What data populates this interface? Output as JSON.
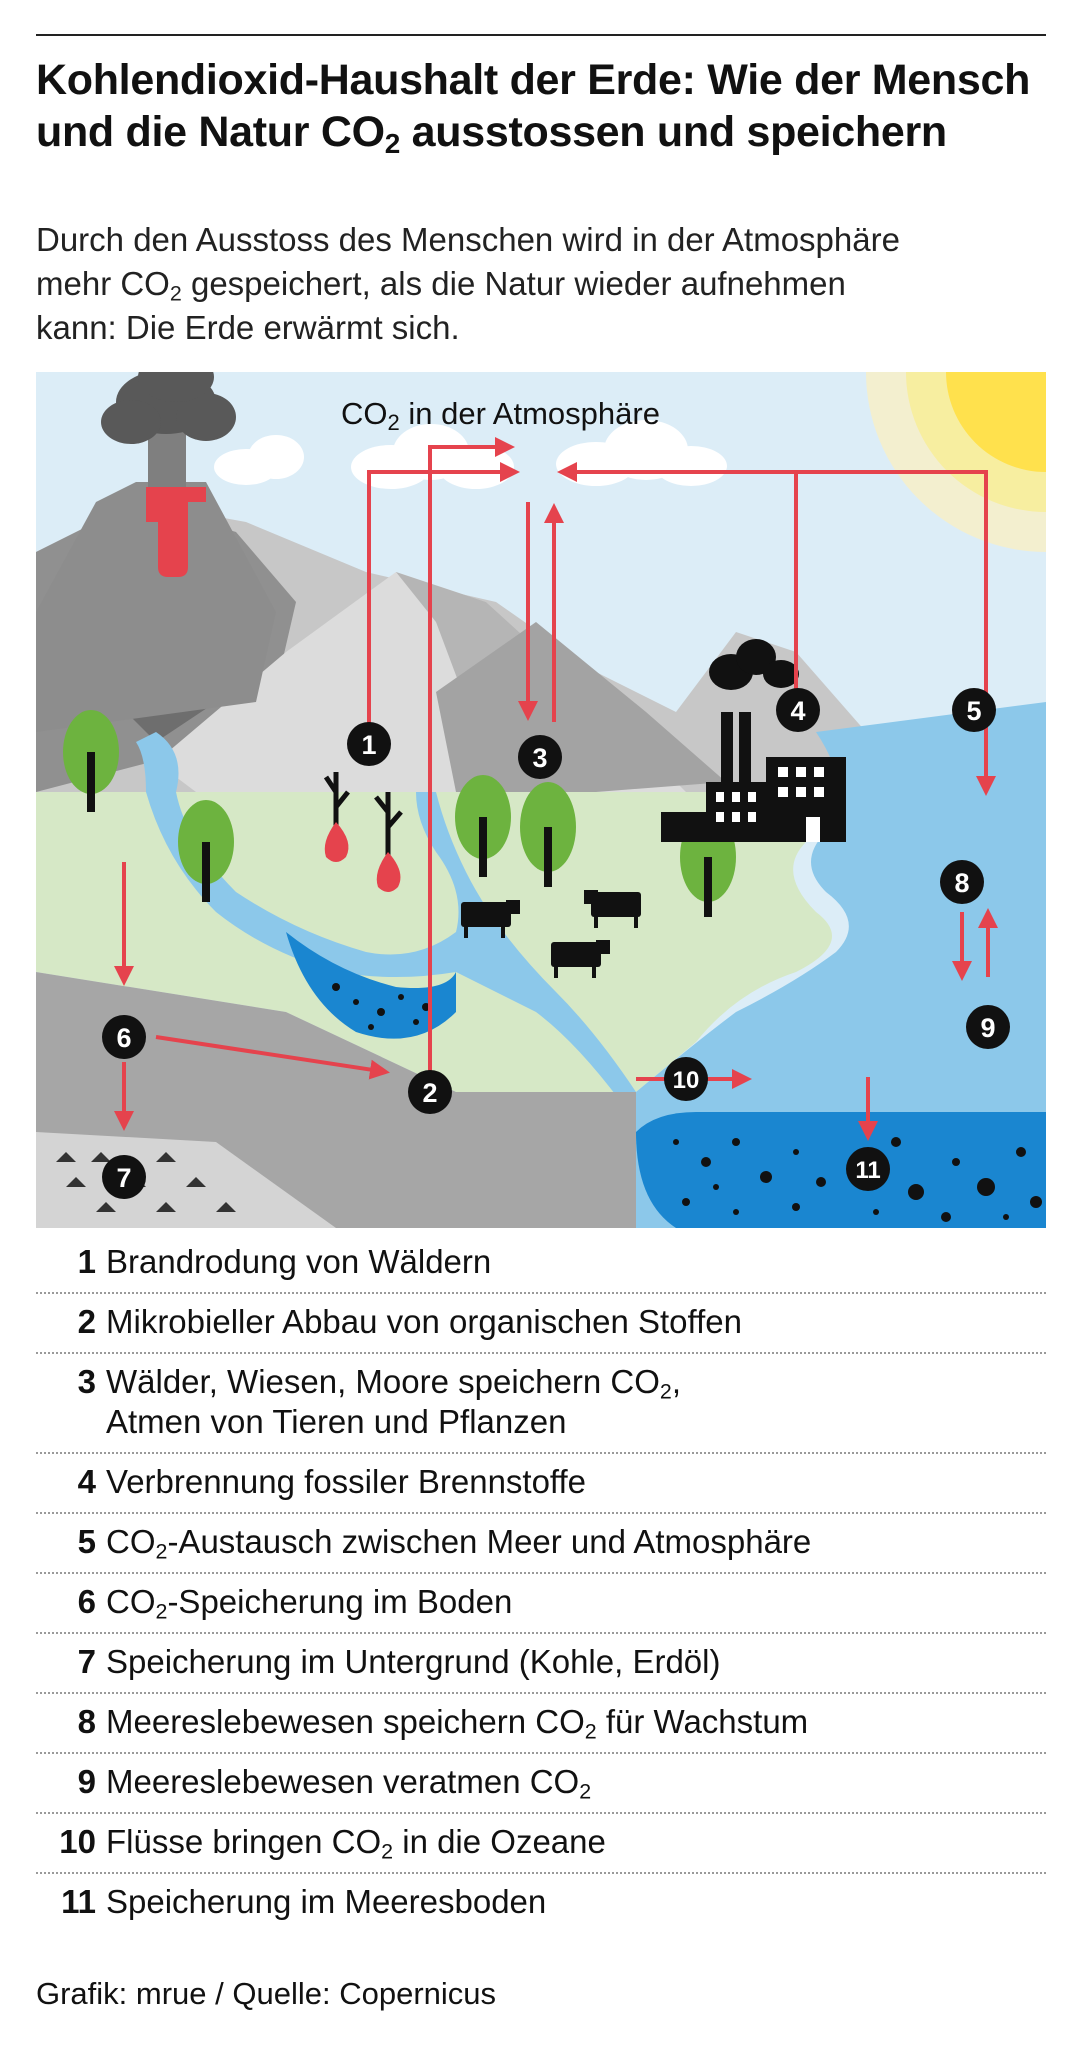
{
  "title": {
    "line1": "Kohlendioxid-Haushalt der Erde: Wie der Mensch",
    "line2_pre": "und die Natur CO",
    "line2_sub": "2",
    "line2_post": " ausstossen und speichern"
  },
  "subtitle": {
    "l1": "Durch den Ausstoss des Menschen wird in der Atmosphäre",
    "l2_pre": "mehr CO",
    "l2_sub": "2",
    "l2_post": " gespeichert, als die Natur wieder aufnehmen",
    "l3": "kann: Die Erde erwärmt sich."
  },
  "diagram": {
    "atmosphere_label_pre": "CO",
    "atmosphere_label_sub": "2",
    "atmosphere_label_post": " in der Atmosphäre",
    "badges": [
      "1",
      "2",
      "3",
      "4",
      "5",
      "6",
      "7",
      "8",
      "9",
      "10",
      "11"
    ],
    "colors": {
      "sky": "#dcedf7",
      "sun": "#ffe14d",
      "water": "#8cc8ea",
      "deep_sea": "#1a86d0",
      "land": "#d6e8c6",
      "arrow": "#e5434d",
      "tree": "#6db33f",
      "mountain_dark": "#7c7c7c",
      "mountain_mid": "#a8a8a8",
      "mountain_light": "#cfcfcf",
      "badge": "#111111"
    }
  },
  "legend": [
    {
      "num": "1",
      "pre": "Brandrodung von Wäldern",
      "sub": "",
      "post": "",
      "line2": ""
    },
    {
      "num": "2",
      "pre": "Mikrobieller Abbau von organischen Stoffen",
      "sub": "",
      "post": "",
      "line2": ""
    },
    {
      "num": "3",
      "pre": "Wälder, Wiesen, Moore speichern CO",
      "sub": "2",
      "post": ",",
      "line2": "Atmen von Tieren und Pflanzen"
    },
    {
      "num": "4",
      "pre": "Verbrennung fossiler Brennstoffe",
      "sub": "",
      "post": "",
      "line2": ""
    },
    {
      "num": "5",
      "pre": "CO",
      "sub": "2",
      "post": "-Austausch zwischen Meer und Atmosphäre",
      "line2": ""
    },
    {
      "num": "6",
      "pre": "CO",
      "sub": "2",
      "post": "-Speicherung im Boden",
      "line2": ""
    },
    {
      "num": "7",
      "pre": "Speicherung im Untergrund (Kohle, Erdöl)",
      "sub": "",
      "post": "",
      "line2": ""
    },
    {
      "num": "8",
      "pre": "Meereslebewesen speichern CO",
      "sub": "2",
      "post": " für Wachstum",
      "line2": ""
    },
    {
      "num": "9",
      "pre": "Meereslebewesen veratmen CO",
      "sub": "2",
      "post": "",
      "line2": ""
    },
    {
      "num": "10",
      "pre": "Flüsse bringen CO",
      "sub": "2",
      "post": " in die Ozeane",
      "line2": ""
    },
    {
      "num": "11",
      "pre": "Speicherung im Meeresboden",
      "sub": "",
      "post": "",
      "line2": ""
    }
  ],
  "footer": "Grafik: mrue / Quelle: Copernicus"
}
